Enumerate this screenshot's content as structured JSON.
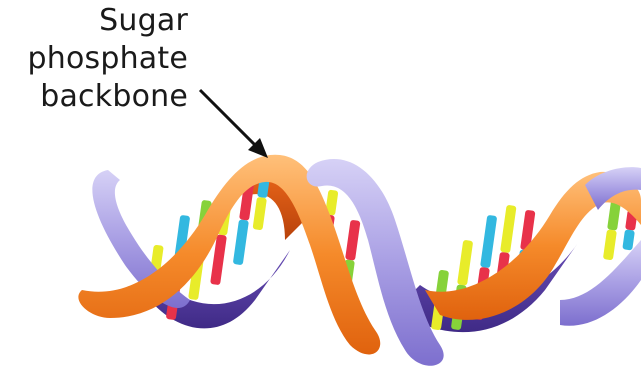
{
  "label": {
    "lines": [
      "Sugar",
      "phosphate",
      "backbone"
    ]
  },
  "colors": {
    "strand_a_light": "#c5bff0",
    "strand_a_mid": "#9c92e0",
    "strand_a_dark": "#5a3ea5",
    "strand_b_light": "#ffb061",
    "strand_b_mid": "#f27a1c",
    "strand_b_dark": "#c84b0a",
    "base_yellow": "#e8ec2a",
    "base_green": "#86d23a",
    "base_blue": "#33b8e0",
    "base_red": "#e8324a",
    "arrow": "#111111"
  }
}
